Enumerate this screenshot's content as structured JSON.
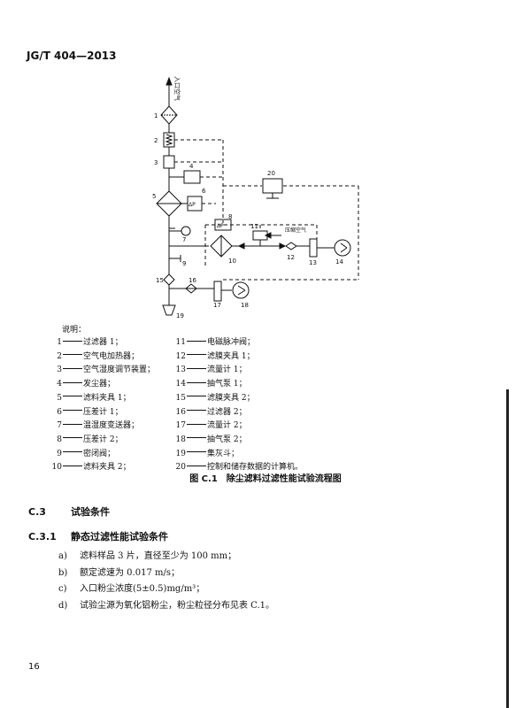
{
  "header": {
    "code": "JG/T 404—2013"
  },
  "figure": {
    "inlet_label": "入口空气",
    "compressed_air_label": "压缩空气",
    "delta_p": "ΔP",
    "component_numbers": [
      "1",
      "2",
      "3",
      "4",
      "5",
      "6",
      "7",
      "8",
      "9",
      "10",
      "11",
      "12",
      "13",
      "14",
      "15",
      "16",
      "17",
      "18",
      "19",
      "20"
    ],
    "legend_title": "说明：",
    "legend_left": [
      {
        "num": "1",
        "text": "过滤器 1；"
      },
      {
        "num": "2",
        "text": "空气电加热器；"
      },
      {
        "num": "3",
        "text": "空气湿度调节装置；"
      },
      {
        "num": "4",
        "text": "发尘器；"
      },
      {
        "num": "5",
        "text": "滤料夹具 1；"
      },
      {
        "num": "6",
        "text": "压差计 1；"
      },
      {
        "num": "7",
        "text": "温湿度变送器；"
      },
      {
        "num": "8",
        "text": "压差计 2；"
      },
      {
        "num": "9",
        "text": "密闭阀；"
      },
      {
        "num": "10",
        "text": "滤料夹具 2；"
      }
    ],
    "legend_right": [
      {
        "num": "11",
        "text": "电磁脉冲阀；"
      },
      {
        "num": "12",
        "text": "滤膜夹具 1；"
      },
      {
        "num": "13",
        "text": "流量计 1；"
      },
      {
        "num": "14",
        "text": "抽气泵 1；"
      },
      {
        "num": "15",
        "text": "滤膜夹具 2；"
      },
      {
        "num": "16",
        "text": "过滤器 2；"
      },
      {
        "num": "17",
        "text": "流量计 2；"
      },
      {
        "num": "18",
        "text": "抽气泵 2；"
      },
      {
        "num": "19",
        "text": "集灰斗；"
      },
      {
        "num": "20",
        "text": "控制和储存数据的计算机。"
      }
    ],
    "caption": "图 C.1　除尘滤料过滤性能试验流程图"
  },
  "section_c3": {
    "number": "C.3",
    "title": "试验条件"
  },
  "section_c31": {
    "number": "C.3.1",
    "title": "静态过滤性能试验条件"
  },
  "items": [
    {
      "mark": "a)",
      "text": "滤料样品 3 片，直径至少为 100 mm；"
    },
    {
      "mark": "b)",
      "text": "额定滤速为 0.017 m/s；"
    },
    {
      "mark": "c)",
      "text": "入口粉尘浓度(5±0.5)mg/m³；"
    },
    {
      "mark": "d)",
      "text": "试验尘源为氧化铝粉尘，粉尘粒径分布见表 C.1。"
    }
  ],
  "page_number": "16"
}
